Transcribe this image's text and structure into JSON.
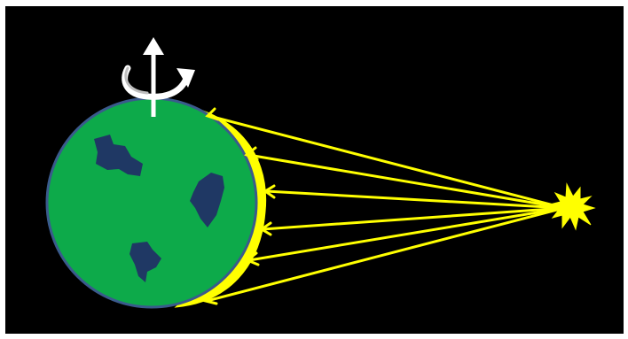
{
  "scene": {
    "background": "#000000",
    "frame": "#ffffff"
  },
  "earth": {
    "ocean_color": "#0daa4a",
    "outline_color": "#3a5a8c",
    "land_color": "#1f3864",
    "lit_crescent_color": "#ffff00",
    "landmasses": [
      "landmass-1",
      "landmass-2",
      "landmass-3"
    ]
  },
  "rotation_axis": {
    "arrow_color": "#ffffff",
    "spin_arrow_color": "#ffffff",
    "icon": "rotation-arrow-icon"
  },
  "sun": {
    "color": "#ffff00",
    "icon": "starburst-sun-icon"
  },
  "light_rays": {
    "color": "#ffff00",
    "count": 6,
    "icon": "arrow-left-icon"
  }
}
